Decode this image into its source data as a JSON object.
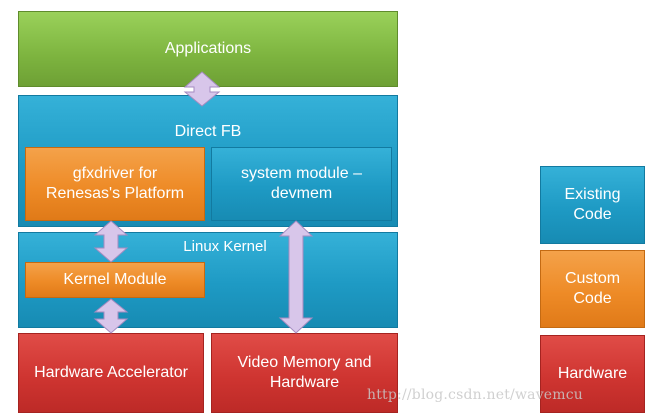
{
  "diagram": {
    "applications": "Applications",
    "direct_fb": "Direct FB",
    "gfxdriver": "gfxdriver for Renesas's Platform",
    "system_module": "system module – devmem",
    "linux_kernel": "Linux Kernel",
    "kernel_module": "Kernel Module",
    "hardware_accelerator": "Hardware Accelerator",
    "video_memory": "Video Memory and Hardware"
  },
  "legend": {
    "existing": "Existing Code",
    "custom": "Custom Code",
    "hardware": "Hardware"
  },
  "watermark": "http://blog.csdn.net/wavemcu",
  "colors": {
    "existing": "#1e9ac4",
    "custom": "#ee8b27",
    "hardware": "#cf3531",
    "applications": "#7db43f",
    "arrow": "#d8c6ea"
  }
}
